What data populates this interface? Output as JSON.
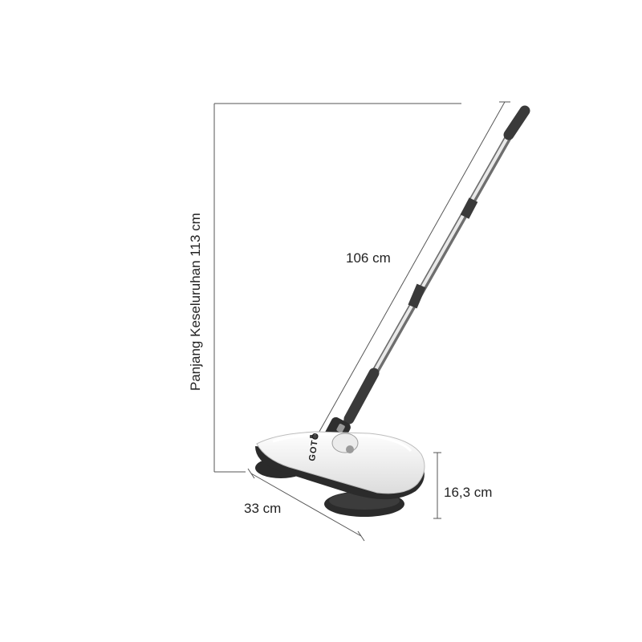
{
  "dimensions": {
    "overall_length": "Panjang Keseluruhan 113 cm",
    "handle_length": "106 cm",
    "width": "33 cm",
    "height": "16,3 cm"
  },
  "product": {
    "brand_logo": "GOTO"
  },
  "colors": {
    "background": "#ffffff",
    "dimension_line": "#555555",
    "handle_grip": "#3a3a3a",
    "handle_shaft": "#c8c8c8",
    "body_white": "#f4f4f4",
    "body_dark": "#2b2b2b"
  }
}
